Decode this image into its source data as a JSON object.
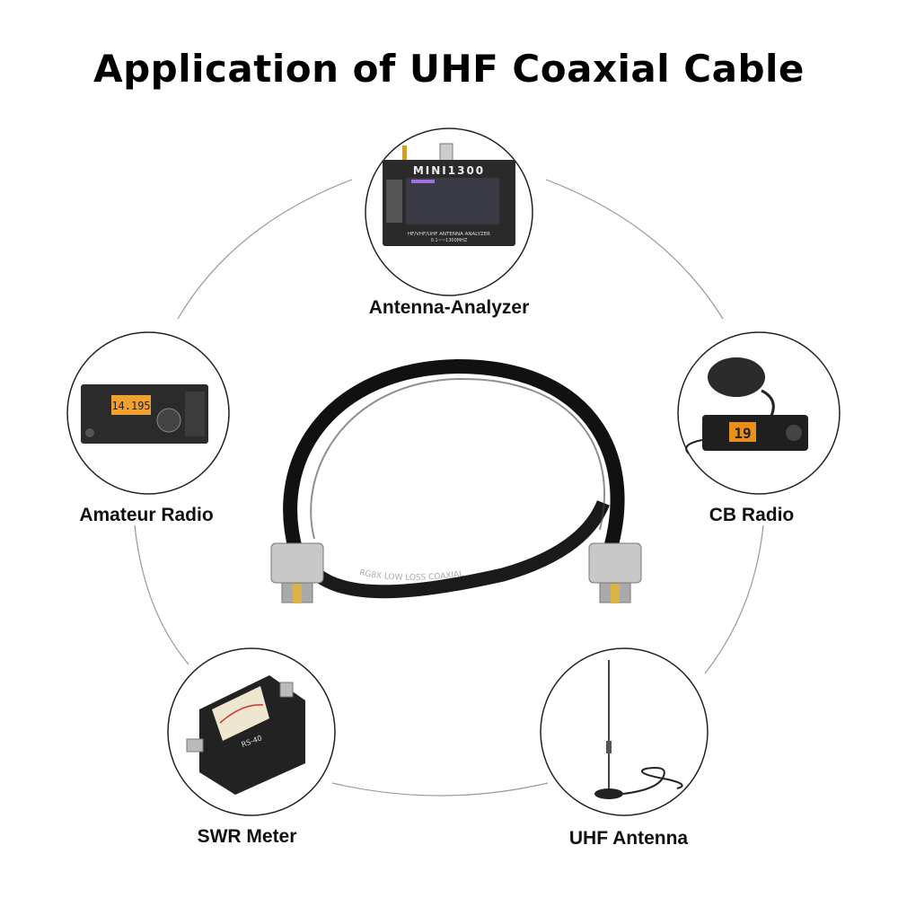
{
  "title": "Application of UHF Coaxial Cable",
  "applications": [
    {
      "label": "Antenna-Analyzer",
      "device_text": "MINI1300",
      "device_subtext": "HF/VHF/UHF ANTENNA ANALYZER",
      "device_range": "0.1~~1300MHZ"
    },
    {
      "label": "Amateur Radio",
      "device_text": "14.195"
    },
    {
      "label": "CB Radio",
      "device_text": "19"
    },
    {
      "label": "SWR Meter",
      "device_text": "RS-40"
    },
    {
      "label": "UHF Antenna"
    }
  ],
  "cable_print": "RG8X LOW LOSS COAXIAL"
}
